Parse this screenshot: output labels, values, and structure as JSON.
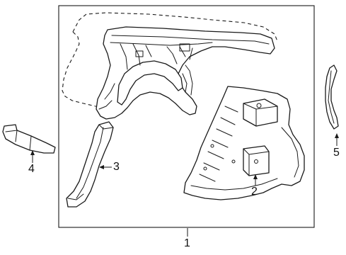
{
  "callouts": {
    "c1": "1",
    "c2": "2",
    "c3": "3",
    "c4": "4",
    "c5": "5"
  },
  "style": {
    "line_color": "#1a1a1a",
    "background": "#ffffff"
  }
}
